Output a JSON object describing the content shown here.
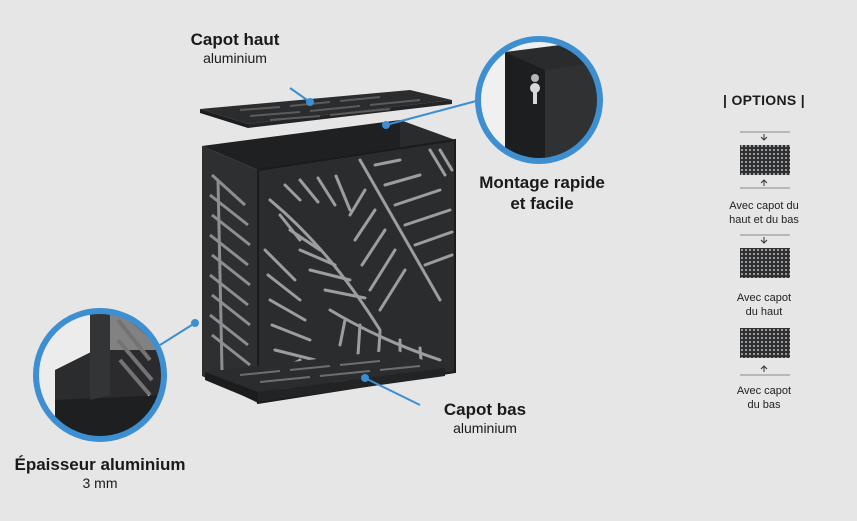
{
  "labels": {
    "top_cover": {
      "title": "Capot haut",
      "sub": "aluminium"
    },
    "mounting": {
      "line1": "Montage rapide",
      "line2": "et facile"
    },
    "bottom_cover": {
      "title": "Capot bas",
      "sub": "aluminium"
    },
    "thickness": {
      "title": "Épaisseur aluminium",
      "sub": "3 mm"
    }
  },
  "options": {
    "title": "| OPTIONS |",
    "items": [
      {
        "line1": "Avec capot du",
        "line2": "haut et du bas"
      },
      {
        "line1": "Avec capot",
        "line2": "du haut"
      },
      {
        "line1": "Avec capot",
        "line2": "du bas"
      }
    ]
  },
  "colors": {
    "background": "#e6e6e6",
    "metal": "#2b2c2e",
    "callout_ring": "#3d8fd1"
  }
}
